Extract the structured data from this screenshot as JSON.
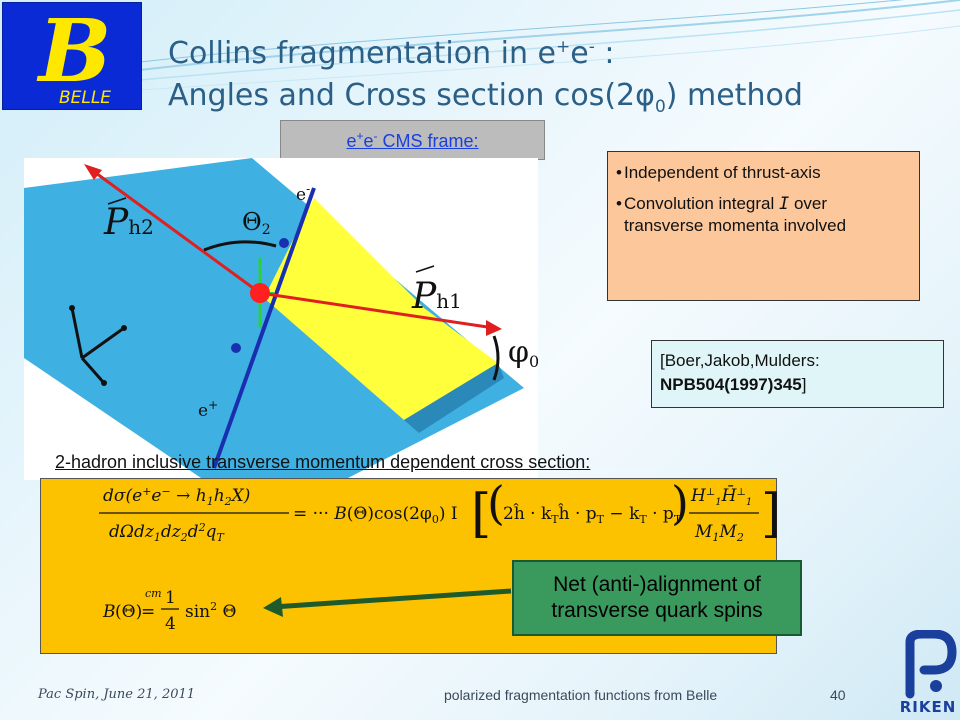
{
  "slide": {
    "title": {
      "line1_pre": "Collins fragmentation in e",
      "line1_sup1": "+",
      "line1_mid": "e",
      "line1_sup2": "-",
      "line1_post": " :",
      "line2_pre": "Angles and Cross section cos(2",
      "line2_phi": "φ",
      "line2_sub": "0",
      "line2_post": ") method"
    },
    "logo_belle": {
      "letter": "B",
      "text": "BELLE"
    },
    "frame_label": {
      "pre": "e",
      "sup1": "+",
      "mid": "e",
      "sup2": "-",
      "post": "  CMS frame:"
    },
    "diagram": {
      "label_eminus": "e",
      "label_eminus_sup": "-",
      "label_eplus": "e",
      "label_eplus_sup": "+",
      "label_ph2": "P",
      "label_ph2_sub": "h2",
      "label_ph1": "P",
      "label_ph1_sub": "h1",
      "label_theta": "Θ",
      "label_theta_sub": "2",
      "label_phi": "φ",
      "label_phi_sub": "0"
    },
    "notes": {
      "bullet": "•",
      "item1": "Independent of thrust-axis",
      "item2_pre": "Convolution integral ",
      "item2_sym": "I",
      "item2_post": " over transverse momenta involved"
    },
    "reference": {
      "line1": "[Boer,Jakob,Mulders:",
      "line2_bold": "NPB504(1997)345",
      "line2_post": "]"
    },
    "xsec_label": "2-hadron inclusive transverse momentum dependent cross section:",
    "net_box": {
      "line1": "Net (anti-)alignment of",
      "line2": "transverse quark spins"
    },
    "footer": {
      "left": "Pac Spin, June 21, 2011",
      "middle": "polarized fragmentation functions from Belle",
      "page": "40"
    },
    "riken_logo": {
      "text": "RIKEN"
    }
  },
  "colors": {
    "title": "#2b5f86",
    "plane_blue": "#3fb0e2",
    "plane_yellow": "#ffff00",
    "arrow_red": "#e02020",
    "axis_blue": "#1a2fb0",
    "notes_bg": "#fcc79b",
    "ref_bg": "#dff5f7",
    "formula_bg": "#fcc200",
    "net_bg": "#3a9a5e",
    "frame_link": "#1a3fe0"
  }
}
